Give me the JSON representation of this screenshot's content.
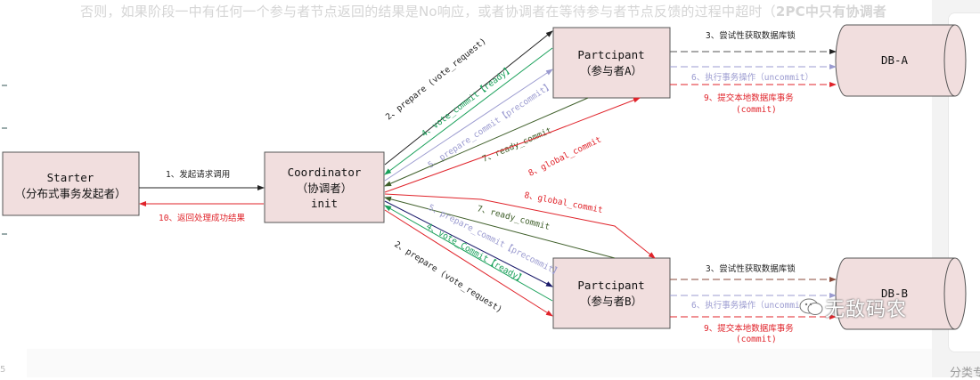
{
  "top_text": {
    "normal": "否则，如果阶段一中有任何一个参与者节点返回的结果是No响应，或者协调者在等待参与者节点反馈的过程中超时（",
    "bold": "2PC中只有协调者"
  },
  "left_number": "5",
  "side_text": "分类专",
  "watermark": "无敌码农",
  "colors": {
    "node_fill": "#f1dede",
    "black": "#222222",
    "green": "#19a05a",
    "lavender": "#9b9bd0",
    "olive": "#3f5f2a",
    "red": "#e0232a",
    "navy": "#1a1a6a"
  },
  "nodes": {
    "starter": {
      "line1": "Starter",
      "line2": "（分布式事务发起者）"
    },
    "coordinator": {
      "line1": "Coordinator",
      "line2": "（协调者）",
      "line3": "init"
    },
    "participant_a": {
      "line1": "Partcipant",
      "line2": "（参与者A）"
    },
    "participant_b": {
      "line1": "Partcipant",
      "line2": "（参与者B）"
    },
    "db_a": {
      "label": "DB-A"
    },
    "db_b": {
      "label": "DB-B"
    }
  },
  "edges": {
    "start_call": "1、发起请求调用",
    "return_result": "10、返回处理成功结果",
    "a": {
      "prepare": "2、prepare (vote_request)",
      "vote_commit": "4、vote_commit【ready】",
      "prepare_commit": "5、prepare_commit【precommit】",
      "ready_commit": "7、ready_commit",
      "global_commit": "8、global_commit"
    },
    "b": {
      "global_commit": "8、global_commit",
      "ready_commit": "7、ready_commit",
      "prepare_commit": "5、prepare_commit【precommit】",
      "vote_commit": "4、vote_Commit【ready】",
      "prepare": "2、prepare (vote_request)"
    },
    "db_a": {
      "lock": "3、尝试性获取数据库锁",
      "execute": "6、执行事务操作（uncommit）",
      "commit_line1": "9、提交本地数据库事务",
      "commit_line2": "(commit)"
    },
    "db_b": {
      "lock": "3、尝试性获取数据库锁",
      "execute": "6、执行事务操作（uncommit）",
      "commit_line1": "9、提交本地数据库事务",
      "commit_line2": "(commit)"
    }
  }
}
